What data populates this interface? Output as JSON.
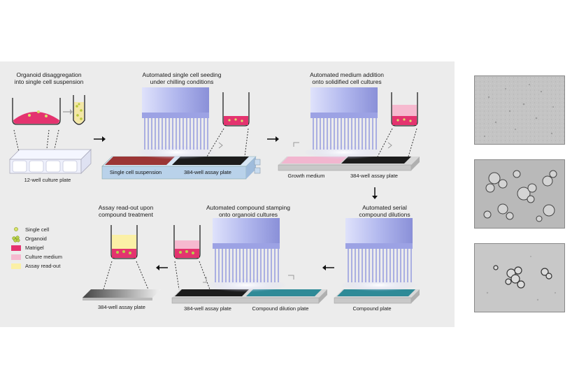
{
  "steps": {
    "disaggregation": "Organoid disaggregation\ninto single cell suspension",
    "seeding": "Automated single cell seeding\nunder chilling conditions",
    "medium_addition": "Automated medium addition\nonto solidified cell cultures",
    "serial_dilutions": "Automated serial\ncompound dilutions",
    "stamping": "Automated compound stamping\nonto organoid cultures",
    "readout": "Assay read-out upon\ncompound treatment"
  },
  "plates": {
    "culture_plate_12": "12-well culture plate",
    "single_cell_suspension": "Single cell suspension",
    "assay_plate_384_a": "384-well assay plate",
    "growth_medium": "Growth medium",
    "assay_plate_384_b": "384-well assay plate",
    "compound_plate": "Compound plate",
    "compound_dilution_plate": "Compound dilution plate",
    "assay_plate_384_c": "384-well assay plate",
    "assay_plate_384_d": "384-well assay plate"
  },
  "legend": [
    {
      "label": "Single cell",
      "color": "#d7e36a",
      "kind": "dot"
    },
    {
      "label": "Organoid",
      "color": "#b9d14b",
      "kind": "cluster"
    },
    {
      "label": "Matrigel",
      "color": "#e4336f",
      "kind": "swatch"
    },
    {
      "label": "Culture medium",
      "color": "#f6b9cf",
      "kind": "swatch"
    },
    {
      "label": "Assay read-out",
      "color": "#fbf0a6",
      "kind": "swatch"
    }
  ],
  "colors": {
    "matrigel": "#e4336f",
    "culture_medium": "#f6b9cf",
    "readout": "#fbf0a6",
    "dispenser": "#b8bef0",
    "single_cell_plate": "#9b3535",
    "growth_medium_plate": "#f2b6cf",
    "compound_plate": "#2f8a97",
    "assay_plate": "#1c1c1c",
    "chill_base": "#b9d2ea"
  }
}
